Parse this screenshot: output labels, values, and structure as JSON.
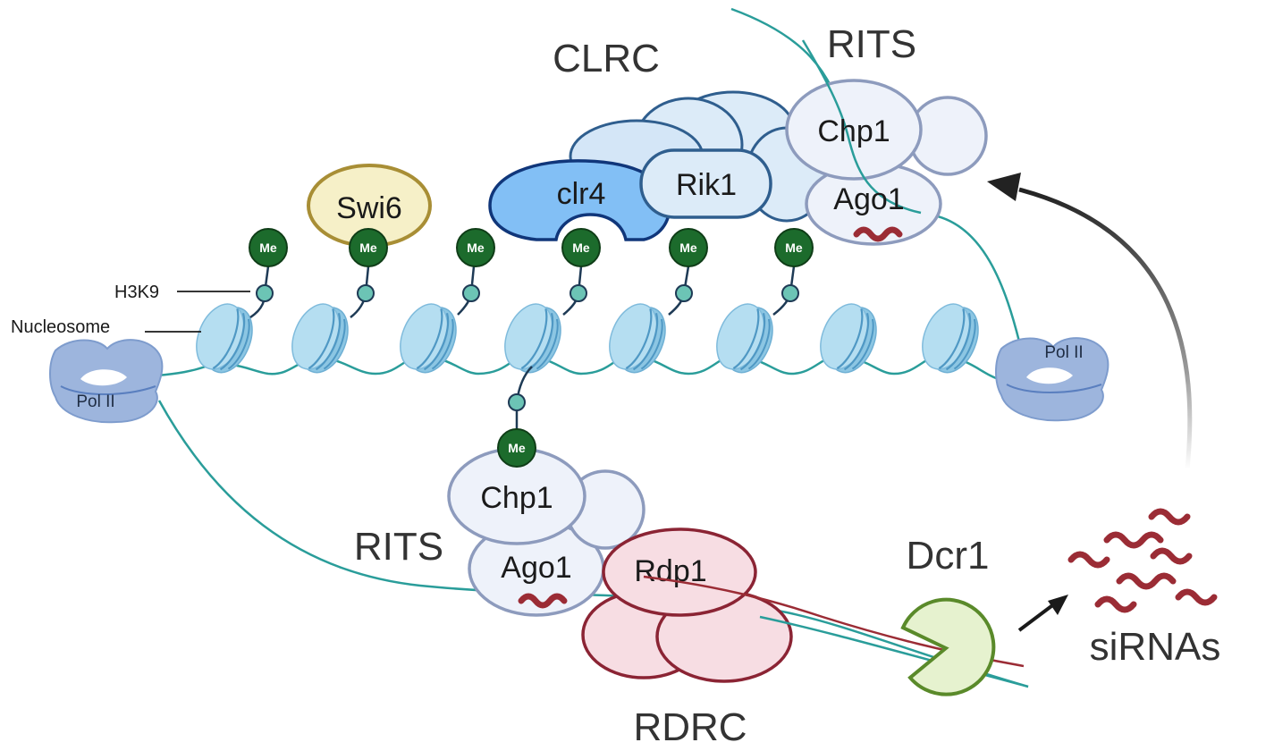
{
  "labels": {
    "clrc": "CLRC",
    "rits_top": "RITS",
    "rits_bottom": "RITS",
    "rdrc": "RDRC",
    "dcr1": "Dcr1",
    "sirnas": "siRNAs",
    "h3k9": "H3K9",
    "nucleosome": "Nucleosome"
  },
  "proteins": {
    "chp1_top": "Chp1",
    "ago1_top": "Ago1",
    "rik1": "Rik1",
    "clr4": "clr4",
    "swi6": "Swi6",
    "chp1_bottom": "Chp1",
    "ago1_bottom": "Ago1",
    "rdp1": "Rdp1",
    "pol2_left": "Pol II",
    "pol2_right": "Pol II"
  },
  "methyl_mark": "Me",
  "colors": {
    "rna": "#2a9d9a",
    "sirna": "#9b2c35",
    "nucleosome": "#a9d8ee",
    "methyl": "#1c6b2c",
    "clr4": "#82bff5",
    "rits": "#eef2fa",
    "rdrc": "#f7dde3",
    "dcr1": "#e6f2cf",
    "swi6": "#f6f0c8",
    "pol2": "#9db5dd"
  }
}
